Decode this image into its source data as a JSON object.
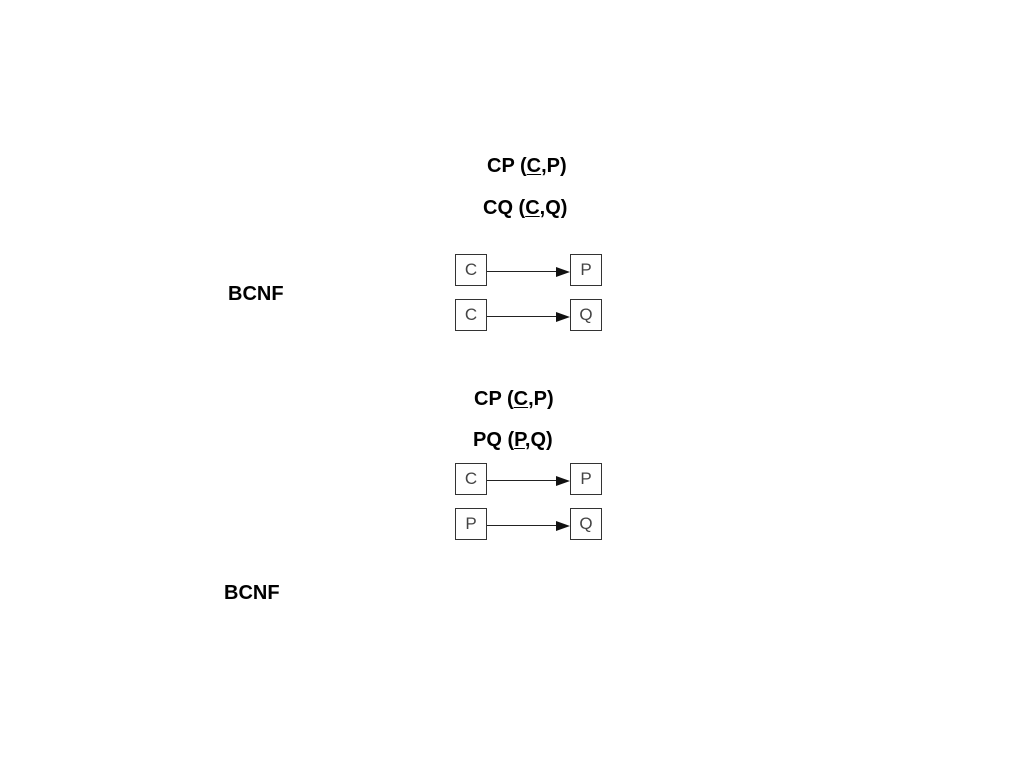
{
  "group1": {
    "relations": [
      {
        "name": "CP",
        "open": " (",
        "key": "C",
        "rest": ",P)"
      },
      {
        "name": "CQ",
        "open": " (",
        "key": "C",
        "rest": ",Q)"
      }
    ],
    "dependencies": [
      {
        "from": "C",
        "to": "P"
      },
      {
        "from": "C",
        "to": "Q"
      }
    ],
    "normal_form": "BCNF"
  },
  "group2": {
    "relations": [
      {
        "name": "CP",
        "open": " (",
        "key": "C",
        "rest": ",P)"
      },
      {
        "name": "PQ",
        "open": " (",
        "key": "P",
        "rest": ",Q)"
      }
    ],
    "dependencies": [
      {
        "from": "C",
        "to": "P"
      },
      {
        "from": "P",
        "to": "Q"
      }
    ],
    "normal_form": "BCNF"
  }
}
